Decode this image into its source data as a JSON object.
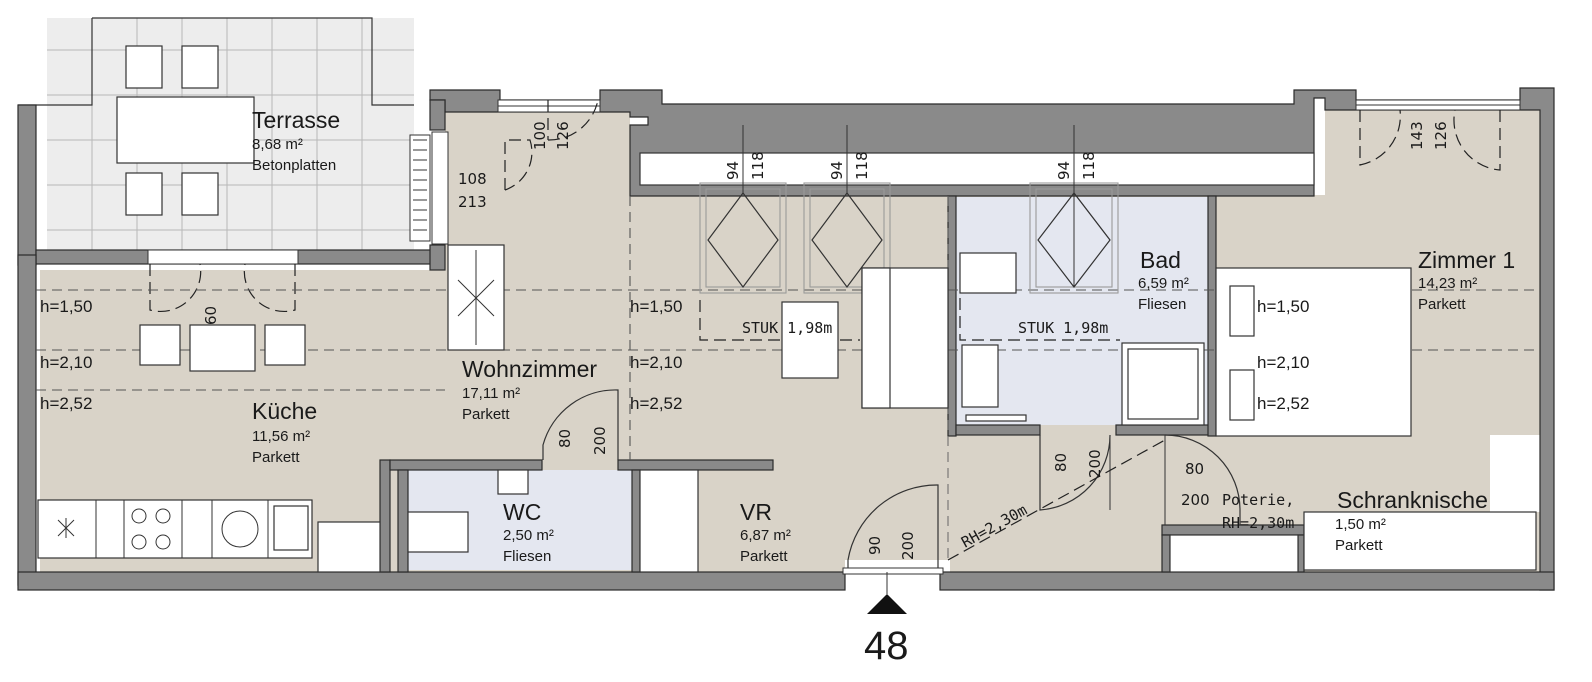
{
  "plan": {
    "entry_number": "48",
    "rooms": [
      {
        "id": "terrasse",
        "name": "Terrasse",
        "area": "8,68 m²",
        "floor": "Betonplatten"
      },
      {
        "id": "wohnzimmer",
        "name": "Wohnzimmer",
        "area": "17,11 m²",
        "floor": "Parkett"
      },
      {
        "id": "kueche",
        "name": "Küche",
        "area": "11,56 m²",
        "floor": "Parkett"
      },
      {
        "id": "bad",
        "name": "Bad",
        "area": "6,59 m²",
        "floor": "Fliesen"
      },
      {
        "id": "zimmer1",
        "name": "Zimmer 1",
        "area": "14,23 m²",
        "floor": "Parkett"
      },
      {
        "id": "wc",
        "name": "WC",
        "area": "2,50 m²",
        "floor": "Fliesen"
      },
      {
        "id": "vr",
        "name": "VR",
        "area": "6,87 m²",
        "floor": "Parkett"
      },
      {
        "id": "schranknische",
        "name": "Schranknische",
        "area": "1,50 m²",
        "floor": "Parkett"
      }
    ],
    "heights": {
      "h150": "h=1,50",
      "h210": "h=2,10",
      "h252": "h=2,52"
    },
    "stuk": "STUK 1,98m",
    "rh": "RH=2,30m",
    "poterie": "Poterie,",
    "poterie_rh": "RH=2,30m",
    "dims": {
      "d100": "100",
      "d126": "126",
      "d108": "108",
      "d213": "213",
      "d94": "94",
      "d118": "118",
      "d143": "143",
      "d60": "60",
      "d80": "80",
      "d200": "200",
      "d90": "90"
    }
  },
  "colors": {
    "floor": "#d9d3c8",
    "wet_floor": "#e4e7f0",
    "terrace": "#ededed",
    "wall": "#8a8a8a"
  }
}
